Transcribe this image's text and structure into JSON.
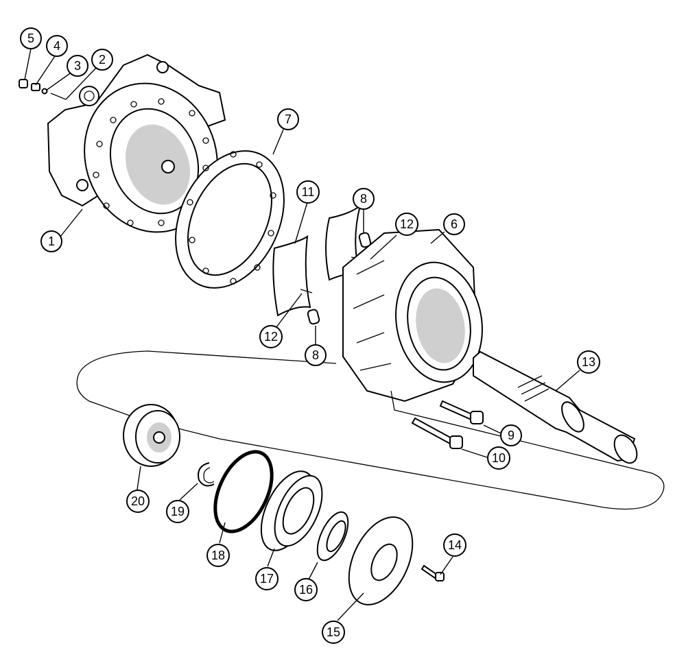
{
  "callouts": [
    {
      "id": "c1",
      "label": "1"
    },
    {
      "id": "c2",
      "label": "2"
    },
    {
      "id": "c3",
      "label": "3"
    },
    {
      "id": "c4",
      "label": "4"
    },
    {
      "id": "c5",
      "label": "5"
    },
    {
      "id": "c6",
      "label": "6"
    },
    {
      "id": "c7",
      "label": "7"
    },
    {
      "id": "c8a",
      "label": "8"
    },
    {
      "id": "c8b",
      "label": "8"
    },
    {
      "id": "c9",
      "label": "9"
    },
    {
      "id": "c10",
      "label": "10"
    },
    {
      "id": "c11",
      "label": "11"
    },
    {
      "id": "c12a",
      "label": "12"
    },
    {
      "id": "c12b",
      "label": "12"
    },
    {
      "id": "c13",
      "label": "13"
    },
    {
      "id": "c14",
      "label": "14"
    },
    {
      "id": "c15",
      "label": "15"
    },
    {
      "id": "c16",
      "label": "16"
    },
    {
      "id": "c17",
      "label": "17"
    },
    {
      "id": "c18",
      "label": "18"
    },
    {
      "id": "c19",
      "label": "19"
    },
    {
      "id": "c20",
      "label": "20"
    }
  ],
  "colors": {
    "line": "#000000",
    "background": "#ffffff",
    "shade": "#cfcfcf"
  }
}
